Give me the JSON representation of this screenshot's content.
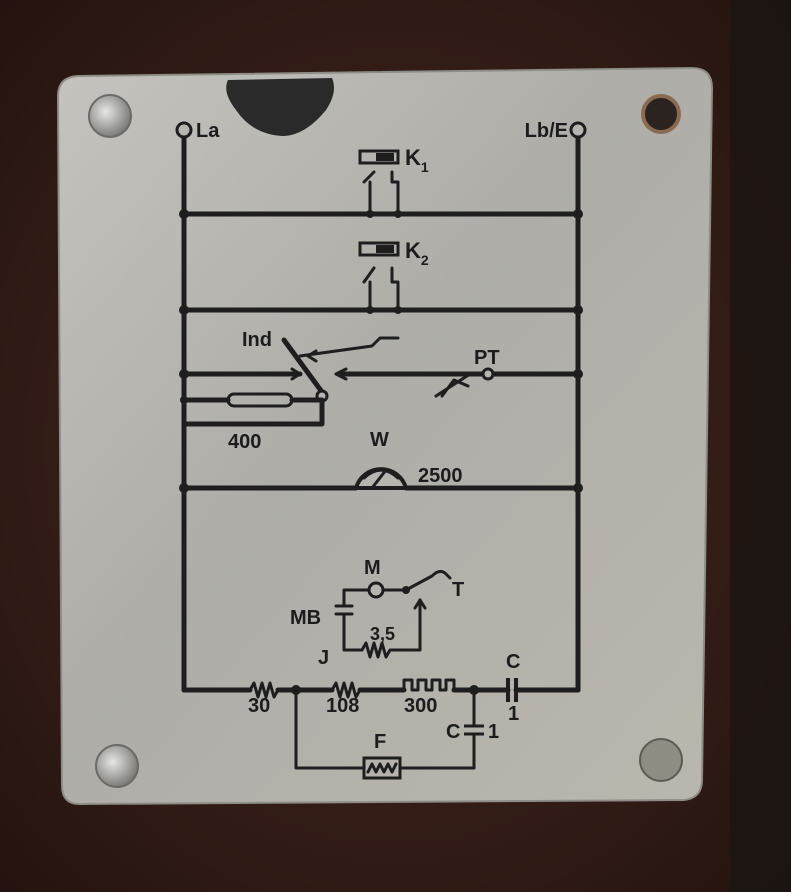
{
  "terminals": {
    "left": "La",
    "right": "Lb/E"
  },
  "relays": {
    "k1": {
      "base": "K",
      "sub": "1"
    },
    "k2": {
      "base": "K",
      "sub": "2"
    }
  },
  "indicator": {
    "label": "Ind",
    "value": "400"
  },
  "push_button": {
    "label": "PT"
  },
  "wattmeter": {
    "label": "W",
    "value": "2500"
  },
  "motor_block": {
    "m_label": "M",
    "mb_label": "MB",
    "t_label": "T",
    "resistor_value": "3,5",
    "j_label": "J"
  },
  "bottom_line": {
    "r1": "30",
    "r2": "108",
    "r3": "300",
    "c_label": "C",
    "c_value": "1",
    "c2_label": "C",
    "c2_value": "1",
    "f_label": "F"
  },
  "colors": {
    "background": "#3a1f18",
    "plate": "#b6b5b0",
    "ink": "#1e1e1e"
  }
}
